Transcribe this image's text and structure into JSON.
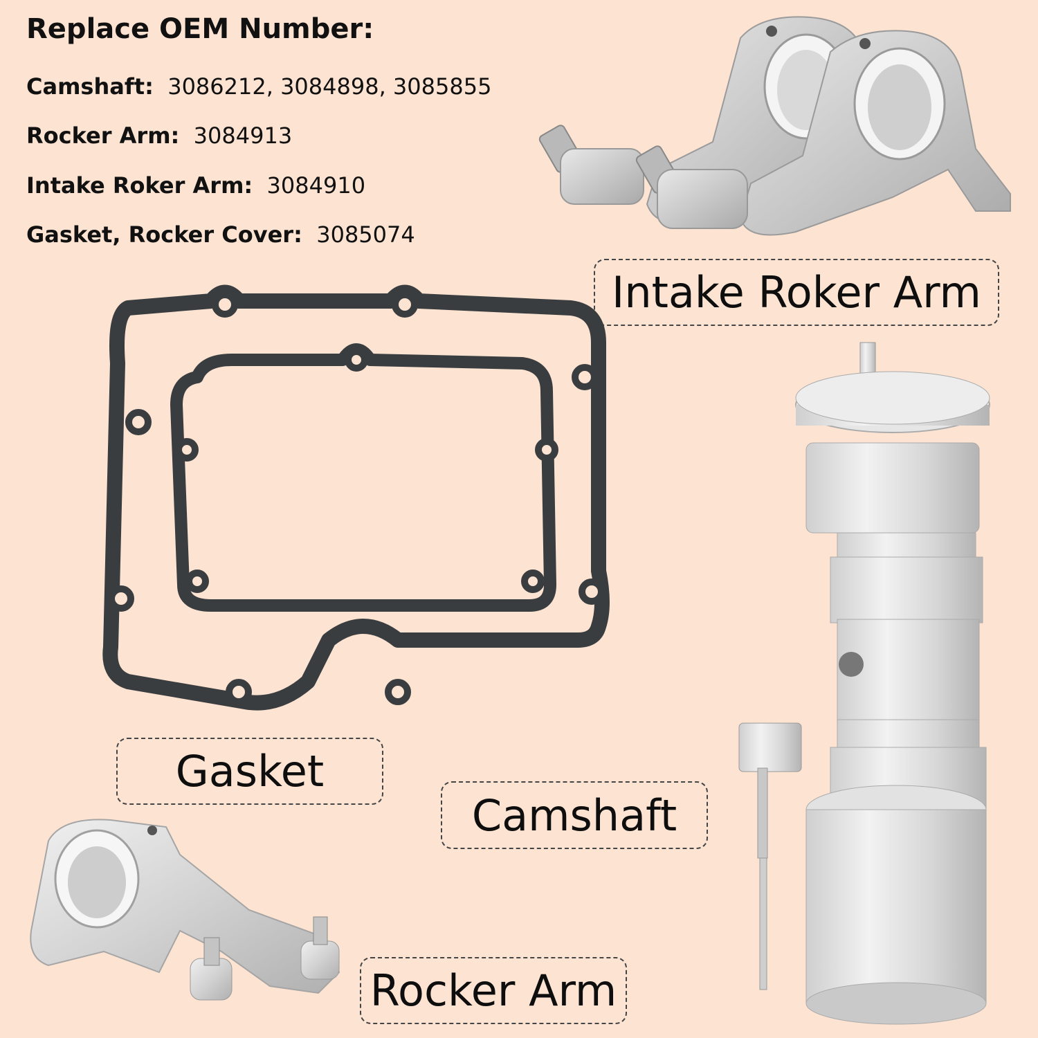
{
  "oem": {
    "title": "Replace OEM Number:",
    "rows": [
      {
        "label": "Camshaft:",
        "value": "3086212, 3084898, 3085855"
      },
      {
        "label": "Rocker Arm:",
        "value": "3084913"
      },
      {
        "label": "Intake Roker Arm:",
        "value": "3084910"
      },
      {
        "label": "Gasket, Rocker Cover:",
        "value": "3085074"
      }
    ]
  },
  "tags": {
    "intake": "Intake Roker Arm",
    "gasket": "Gasket",
    "camshaft": "Camshaft",
    "rocker": "Rocker Arm"
  },
  "colors": {
    "background": "#fce3d2",
    "gasket": "#3a3d40",
    "metal": "#d4d4d4"
  }
}
